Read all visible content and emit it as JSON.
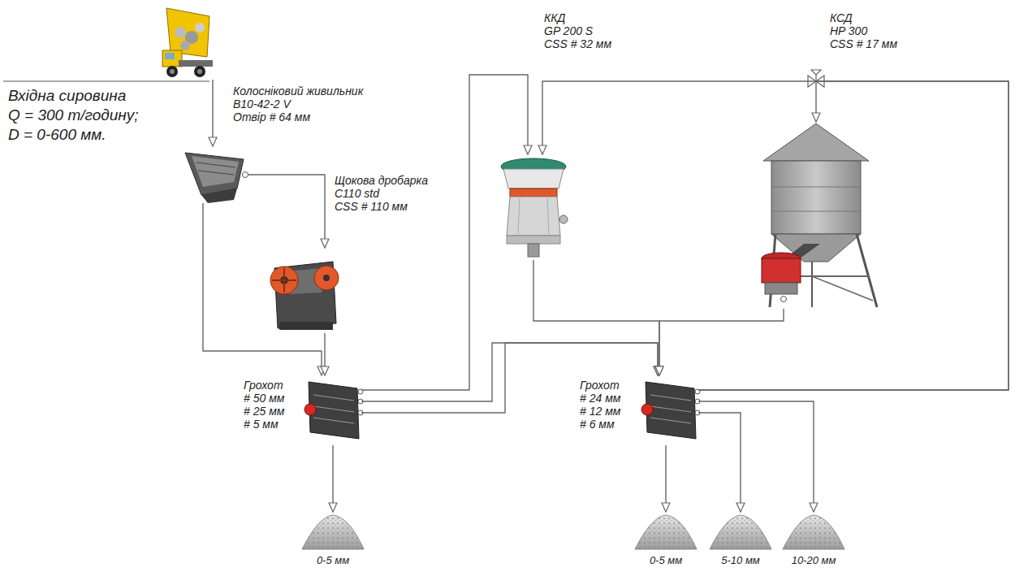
{
  "diagram": {
    "nodes": [
      {
        "text": [
          "Вхідна сировина",
          "Q = 300 т/годину;",
          "D = 0-600 мм."
        ]
      },
      {
        "text": [
          "Колосніковий живильник",
          "B10-42-2 V",
          "Отвір # 64 мм"
        ]
      },
      {
        "text": [
          "Щокова дробарка",
          "C110 std",
          "CSS # 110 мм"
        ]
      },
      {
        "text": [
          "Грохот",
          "# 50 мм",
          "# 25 мм",
          "# 5 мм"
        ]
      },
      {
        "text": [
          "0-5 мм"
        ]
      },
      {
        "text": [
          "ККД",
          "GP 200 S",
          "CSS # 32 мм"
        ]
      },
      {
        "text": [
          "КСД",
          "HP 300",
          "CSS # 17 мм"
        ]
      },
      {
        "text": [
          "Грохот",
          "# 24 мм",
          "# 12 мм",
          "# 6 мм"
        ]
      },
      {
        "text": [
          "0-5 мм"
        ]
      },
      {
        "text": [
          "5-10 мм"
        ]
      },
      {
        "text": [
          "10-20 мм"
        ]
      }
    ],
    "edges": [
      {
        "from": 0,
        "to": 1,
        "arrow": "to"
      },
      {
        "from": 1,
        "to": 2,
        "arrow": "to"
      },
      {
        "from": 1,
        "to": 3,
        "arrow": "to"
      },
      {
        "from": 2,
        "to": 3,
        "arrow": "to"
      },
      {
        "from": 3,
        "to": 4,
        "arrow": "to"
      },
      {
        "from": 3,
        "to": 5,
        "arrow": "to"
      },
      {
        "from": 3,
        "to": 7,
        "arrow": "to"
      },
      {
        "from": 3,
        "to": 7,
        "arrow": "to"
      },
      {
        "from": 7,
        "to": 6,
        "arrow": "to"
      },
      {
        "from": 7,
        "to": 5,
        "arrow": "to"
      },
      {
        "from": 5,
        "to": 7,
        "arrow": "to"
      },
      {
        "from": 6,
        "to": 7,
        "arrow": "to"
      },
      {
        "from": 7,
        "to": 8,
        "arrow": "to"
      },
      {
        "from": 7,
        "to": 9,
        "arrow": "to"
      },
      {
        "from": 7,
        "to": 10,
        "arrow": "to"
      }
    ]
  }
}
